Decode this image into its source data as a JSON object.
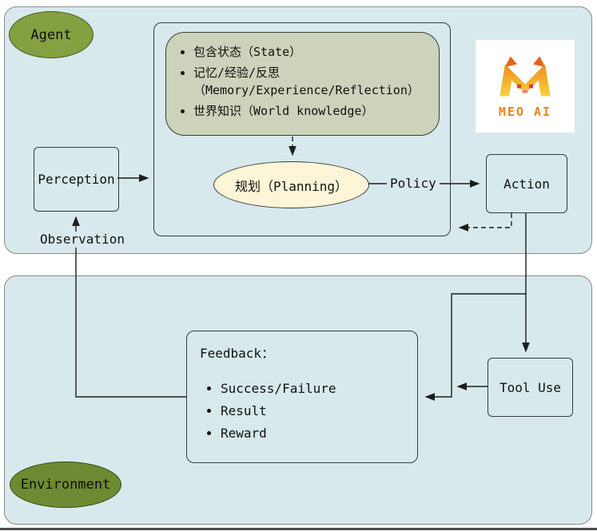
{
  "agent": {
    "label": "Agent",
    "state_items": [
      "包含状态（State）",
      "记忆/经验/反思（Memory/Experience/Reflection）",
      "世界知识（World knowledge）"
    ],
    "planning_label": "规划（Planning）",
    "policy_label": "Policy",
    "perception_label": "Perception",
    "observation_label": "Observation",
    "action_label": "Action"
  },
  "logo": {
    "text": "MEO AI"
  },
  "environment": {
    "label": "Environment",
    "feedback_title": "Feedback：",
    "feedback_items": [
      "Success/Failure",
      "Result",
      "Reward"
    ],
    "tool_use_label": "Tool Use"
  },
  "colors": {
    "container_fill": "#d7e9ec",
    "agent_label_fill": "#85a041",
    "environment_label_fill": "#6e8b33",
    "state_box_fill": "#ccd3ba",
    "planning_fill": "#fdf5d7",
    "logo_orange": "#e8821e",
    "line_color": "#1d1d1d"
  }
}
